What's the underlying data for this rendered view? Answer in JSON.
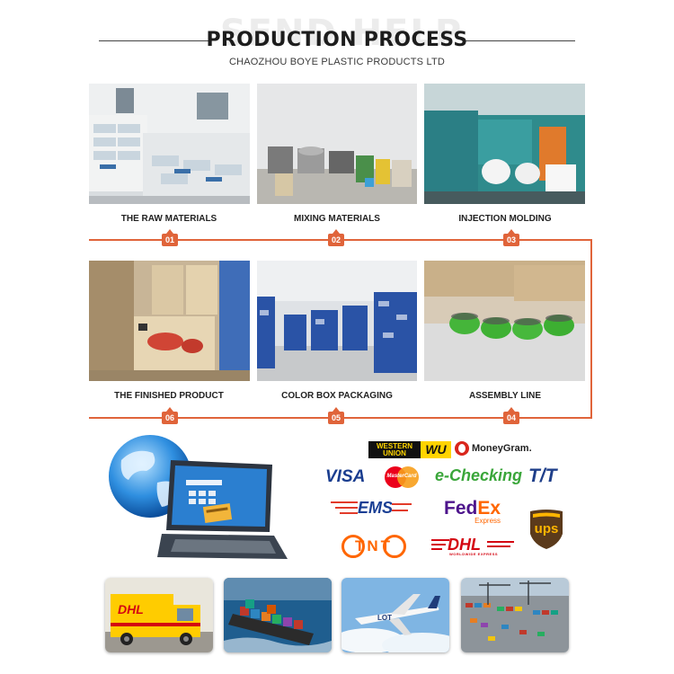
{
  "header": {
    "watermark": "SEND HELP",
    "title": "PRODUCTION PROCESS",
    "subtitle": "CHAOZHOU BOYE PLASTIC PRODUCTS LTD"
  },
  "steps": [
    {
      "label": "THE RAW MATERIALS",
      "num": "01"
    },
    {
      "label": "MIXING MATERIALS",
      "num": "02"
    },
    {
      "label": "INJECTION MOLDING",
      "num": "03"
    },
    {
      "label": "ASSEMBLY LINE",
      "num": "04"
    },
    {
      "label": "COLOR BOX PACKAGING",
      "num": "05"
    },
    {
      "label": "THE FINISHED PRODUCT",
      "num": "06"
    }
  ],
  "payment": {
    "western_union_1": "WESTERN",
    "western_union_2": "UNION",
    "western_union_mark": "WU",
    "moneygram": "MoneyGram.",
    "visa": "VISA",
    "mastercard": "MasterCard",
    "echecking": "e-Checking",
    "tt": "T/T",
    "ems": "EMS",
    "fedex_fed": "Fed",
    "fedex_ex": "Ex",
    "fedex_sub": "Express",
    "ups": "ups",
    "tnt": "TNT",
    "dhl": "DHL",
    "dhl_sub": "WORLDWIDE EXPRESS"
  },
  "shipping": {
    "truck_logo": "DHL",
    "plane_logo": "LOT"
  },
  "colors": {
    "accent": "#e0643a",
    "dhl_yellow": "#ffcc00",
    "dhl_red": "#d40511"
  }
}
